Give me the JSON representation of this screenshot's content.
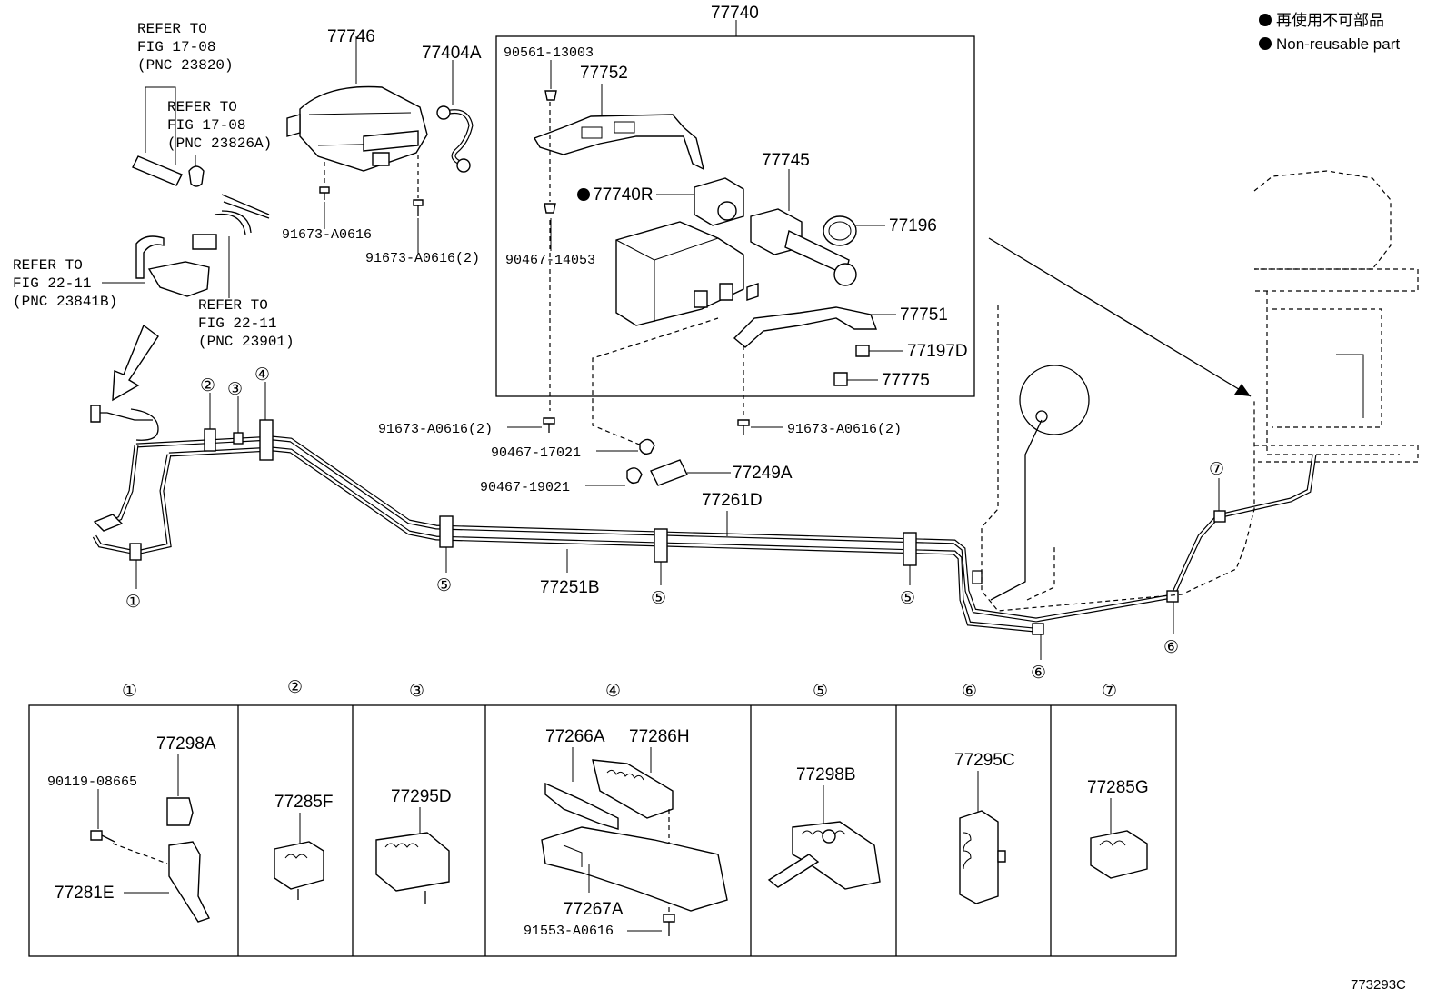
{
  "legend": {
    "line1": "再使用不可部品",
    "line2": "Non-reusable part"
  },
  "figure_id": "773293C",
  "refs": {
    "r1": [
      "REFER TO",
      "FIG 17-08",
      "(PNC 23820)"
    ],
    "r2": [
      "REFER TO",
      "FIG 17-08",
      "(PNC 23826A)"
    ],
    "r3": [
      "REFER TO",
      "FIG 22-11",
      "(PNC 23841B)"
    ],
    "r4": [
      "REFER TO",
      "FIG 22-11",
      "(PNC 23901)"
    ]
  },
  "parts": {
    "p77746": "77746",
    "p77404A": "77404A",
    "p77740": "77740",
    "p90561": "90561-13003",
    "p77752": "77752",
    "p77745": "77745",
    "p77740R": "77740R",
    "p77196": "77196",
    "p90467_14053": "90467-14053",
    "p77751": "77751",
    "p77197D": "77197D",
    "p77775": "77775",
    "p91673_a": "91673-A0616",
    "p91673_b": "91673-A0616(2)",
    "p91673_c": "91673-A0616(2)",
    "p91673_d": "91673-A0616(2)",
    "p90467_17021": "90467-17021",
    "p90467_19021": "90467-19021",
    "p77249A": "77249A",
    "p77261D": "77261D",
    "p77251B": "77251B"
  },
  "callouts": [
    "①",
    "②",
    "③",
    "④",
    "⑤",
    "⑥",
    "⑦"
  ],
  "detail_panels": [
    {
      "num": "①",
      "labels": [
        "77298A",
        "90119-08665",
        "77281E"
      ]
    },
    {
      "num": "②",
      "labels": [
        "77285F"
      ]
    },
    {
      "num": "③",
      "labels": [
        "77295D"
      ]
    },
    {
      "num": "④",
      "labels": [
        "77266A",
        "77286H",
        "77267A",
        "91553-A0616"
      ]
    },
    {
      "num": "⑤",
      "labels": [
        "77298B"
      ]
    },
    {
      "num": "⑥",
      "labels": [
        "77295C"
      ]
    },
    {
      "num": "⑦",
      "labels": [
        "77285G"
      ]
    }
  ]
}
